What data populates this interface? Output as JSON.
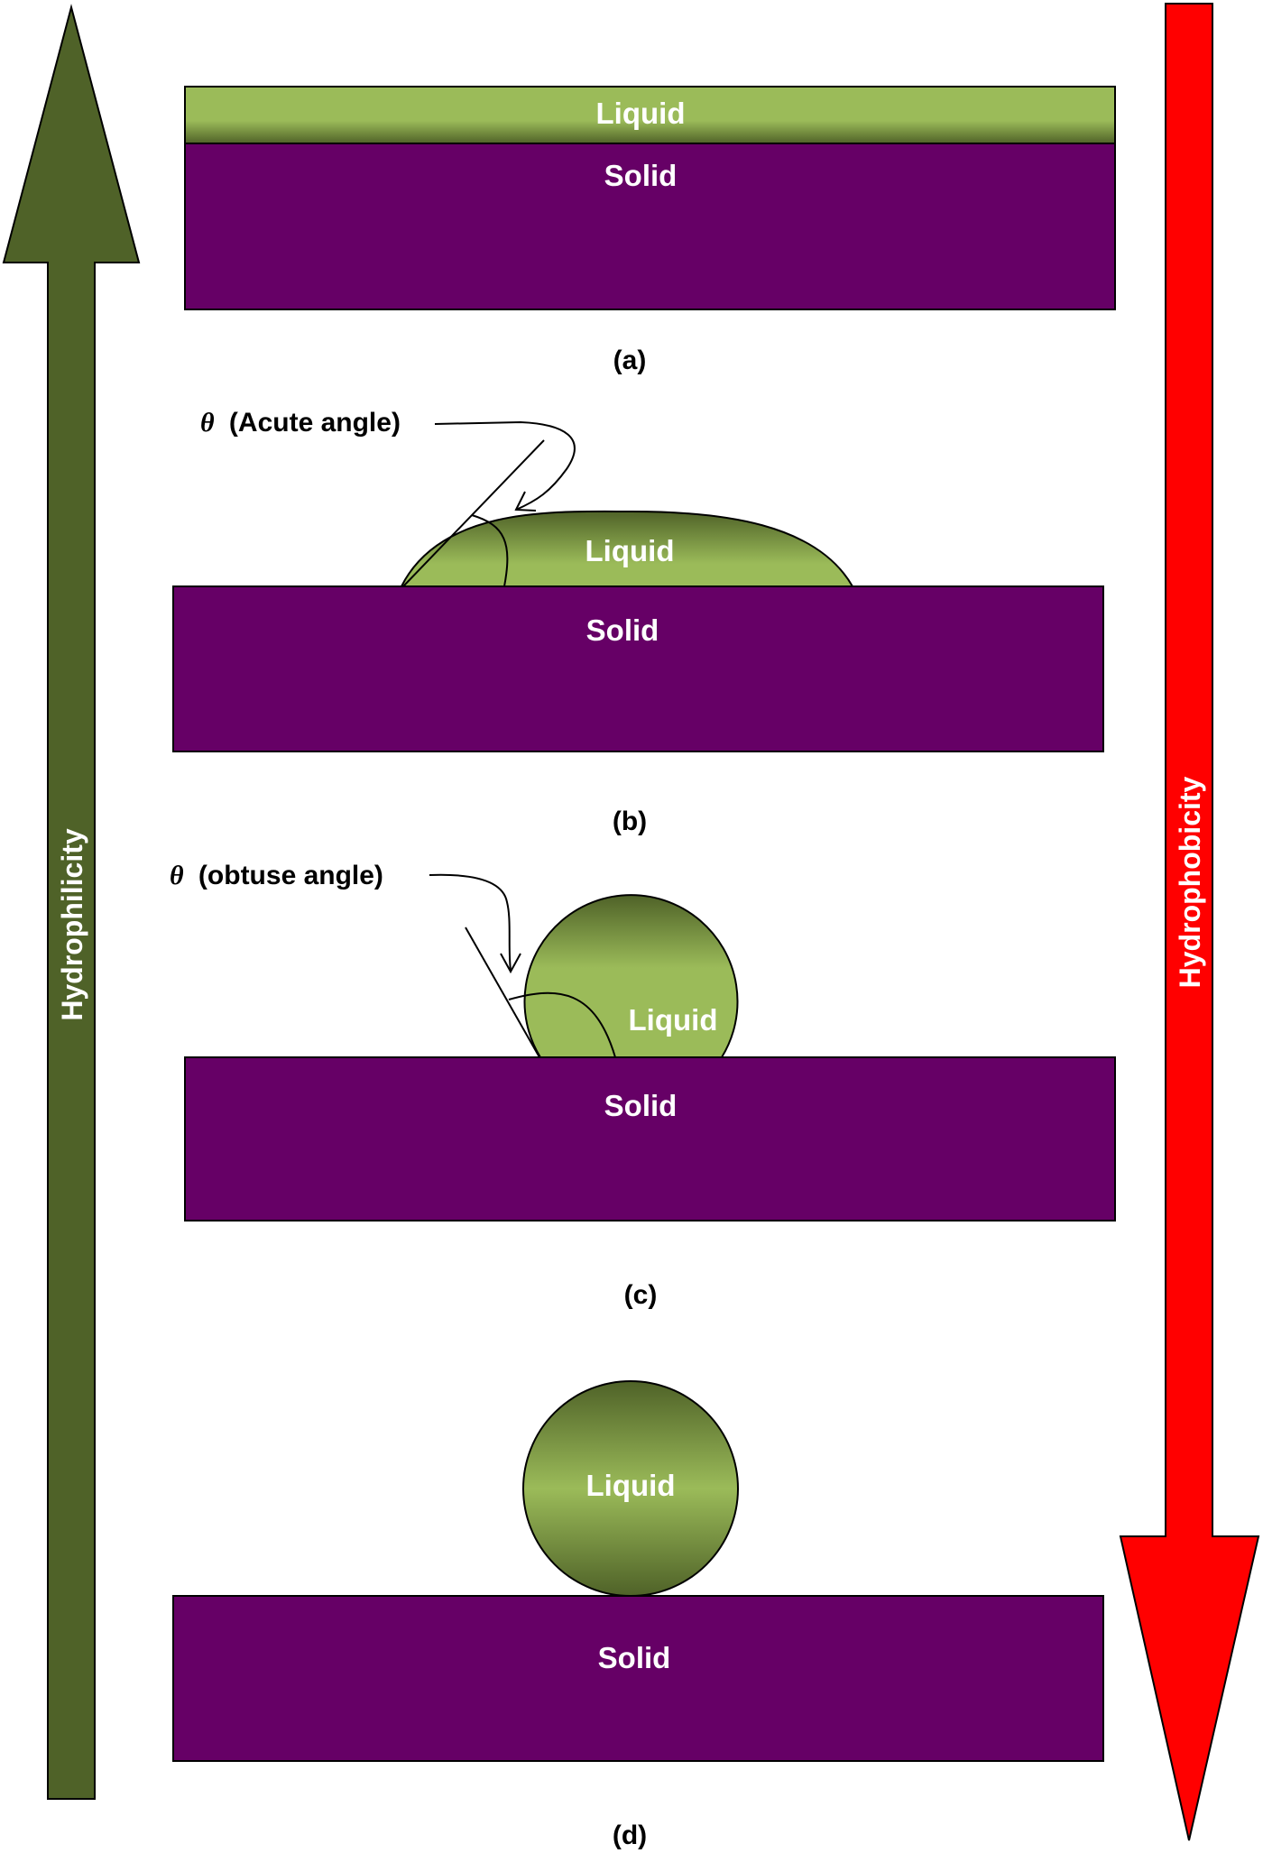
{
  "labels": {
    "liquid": "Liquid",
    "solid": "Solid",
    "panel_a": "(a)",
    "panel_b": "(b)",
    "panel_c": "(c)",
    "panel_d": "(d)",
    "theta_symbol": "θ",
    "acute_angle": "(Acute angle)",
    "obtuse_angle": "(obtuse angle)",
    "hydrophilicity": "Hydrophilicity",
    "hydrophobicity": "Hydrophobicity"
  },
  "colors": {
    "solid": "#660066",
    "liquid_light": "#9bbb59",
    "liquid_dark": "#4f6228",
    "hydrophilicity_arrow": "#4f6228",
    "hydrophobicity_arrow": "#ff0000",
    "outline": "#000000"
  }
}
